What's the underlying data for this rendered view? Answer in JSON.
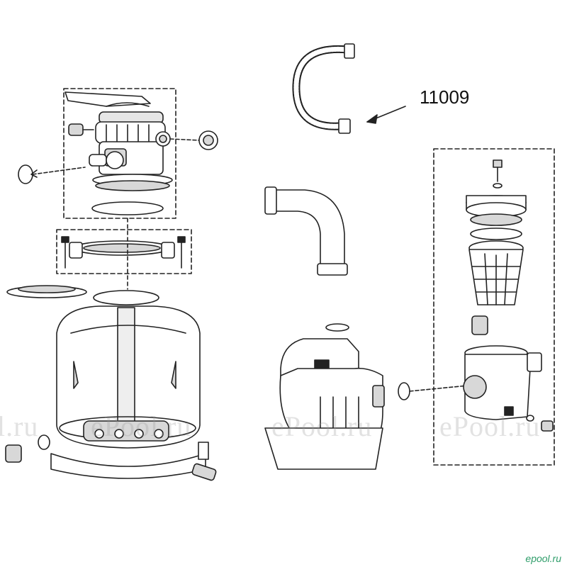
{
  "part_label": "11009",
  "watermarks": [
    "l.ru",
    "ePool.ru",
    "ePool.ru",
    "ePool.ru"
  ],
  "corner_logo": "epool.ru",
  "colors": {
    "line": "#222222",
    "fill": "#ffffff",
    "shade": "#d8d8d8",
    "watermark": "#969696",
    "logo": "#2f9d6a"
  }
}
